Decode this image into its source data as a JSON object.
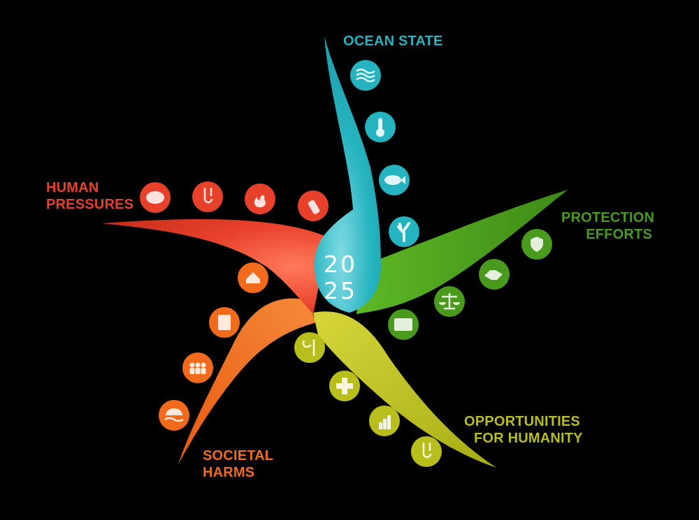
{
  "center": {
    "year_top": "20",
    "year_bottom": "25"
  },
  "colors": {
    "ocean": "#26b3c0",
    "human": "#e8412b",
    "protection": "#4a9a1e",
    "opportunities": "#b8bf1c",
    "societal": "#f26a1b",
    "background": "#000000"
  },
  "arms": [
    {
      "key": "ocean",
      "label_lines": [
        "OCEAN STATE"
      ],
      "label_color": "#26b3c0",
      "icons": [
        "waves-icon",
        "thermometer-icon",
        "fish-icon",
        "coral-icon"
      ]
    },
    {
      "key": "human",
      "label_lines": [
        "HUMAN",
        "PRESSURES"
      ],
      "label_color": "#e8412b",
      "icons": [
        "co2-icon",
        "fishing-hooks-icon",
        "fire-arrows-icon",
        "plastic-bottle-icon"
      ]
    },
    {
      "key": "protection",
      "label_lines": [
        "PROTECTION",
        "EFFORTS"
      ],
      "label_color": "#4a9a1e",
      "icons": [
        "shield-hands-icon",
        "handshake-icon",
        "scales-icon",
        "book-icon"
      ]
    },
    {
      "key": "opportunities",
      "label_lines": [
        "OPPORTUNITIES",
        "FOR HUMANITY"
      ],
      "label_color": "#b8bf1c",
      "icons": [
        "food-icon",
        "health-cross-icon",
        "money-chart-icon",
        "hook-icon"
      ]
    },
    {
      "key": "societal",
      "label_lines": [
        "SOCIETAL",
        "HARMS"
      ],
      "label_color": "#f26a1b",
      "icons": [
        "flood-house-icon",
        "income-loss-icon",
        "people-icon",
        "drowned-icon"
      ]
    }
  ]
}
